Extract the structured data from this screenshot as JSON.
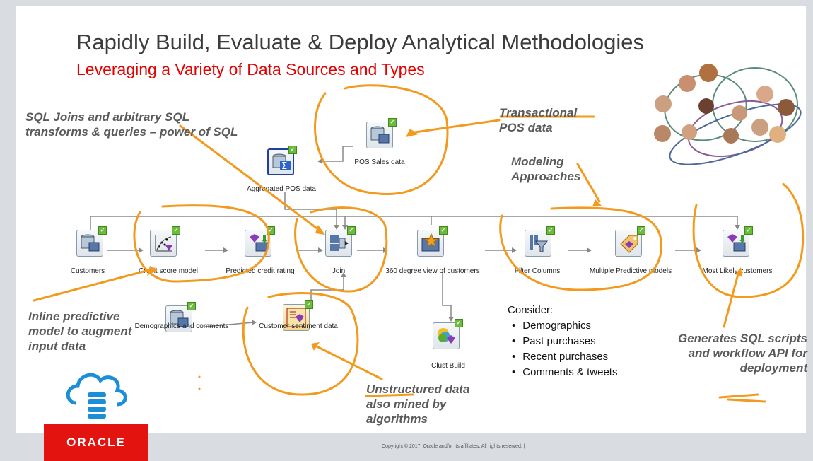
{
  "slide": {
    "title": "Rapidly Build, Evaluate & Deploy Analytical Methodologies",
    "subtitle": "Leveraging a Variety of Data Sources and Types"
  },
  "callouts": {
    "sql_line1": "SQL Joins and arbitrary SQL",
    "sql_line2": "transforms & queries – power of SQL",
    "transactional": "Transactional",
    "pos_data": "POS data",
    "modeling_line1": "Modeling",
    "modeling_line2": "Approaches",
    "inline_line1": "Inline predictive",
    "inline_line2": "model to augment",
    "inline_line3": "input data",
    "unstructured_word": "Unstructured",
    "unstructured_rest": " data",
    "unstructured_line2": "also mined by",
    "unstructured_line3": "algorithms",
    "generates_line1": "Generates SQL scripts",
    "generates_line2": "and workflow API for",
    "generates_line3": "deployment"
  },
  "nodes": {
    "pos_sales": "POS Sales data",
    "aggregated_pos": "Aggregated POS data",
    "customers": "Customers",
    "credit_score": "Credit score model",
    "predicted_credit": "Predicted credit rating",
    "join": "Join",
    "view360": "360 degree view of customers",
    "filter_columns": "Filter Columns",
    "multiple_predictive": "Multiple Predictive models",
    "most_likely": "Most Likely customers",
    "demographics": "Demographics and comments",
    "sentiment": "Customer sentiment data",
    "clust_build": "Clust Build"
  },
  "consider": {
    "heading": "Consider:",
    "items": [
      "Demographics",
      "Past purchases",
      "Recent purchases",
      "Comments & tweets"
    ]
  },
  "footer": {
    "copyright": "Copyright © 2017, Oracle and/or its affiliates. All rights reserved.  |",
    "logo": "ORACLE"
  },
  "colors": {
    "accent_orange": "#f39a1e",
    "title_red": "#e60000",
    "oracle_red": "#e3140f"
  }
}
